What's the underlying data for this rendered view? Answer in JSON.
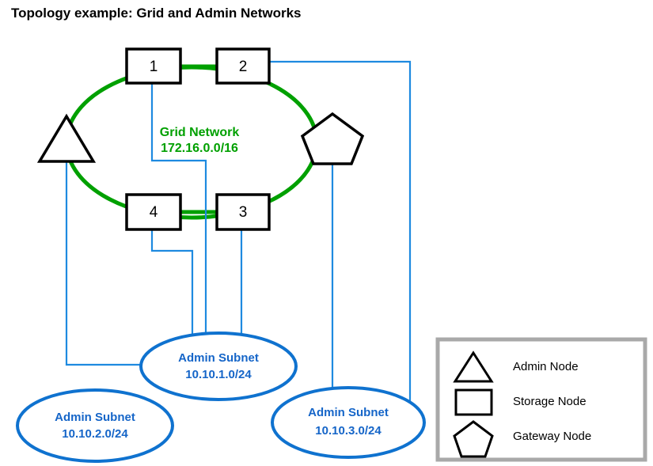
{
  "title": "Topology example: Grid and Admin Networks",
  "grid_network": {
    "name": "Grid Network",
    "cidr": "172.16.0.0/16",
    "color": "#00a000"
  },
  "nodes": [
    {
      "id": "node-1",
      "label": "1",
      "type": "storage-node"
    },
    {
      "id": "node-2",
      "label": "2",
      "type": "storage-node"
    },
    {
      "id": "node-3",
      "label": "3",
      "type": "storage-node"
    },
    {
      "id": "node-4",
      "label": "4",
      "type": "storage-node"
    },
    {
      "id": "admin-node",
      "label": "",
      "type": "admin-node"
    },
    {
      "id": "gateway-node",
      "label": "",
      "type": "gateway-node"
    }
  ],
  "subnets": [
    {
      "id": "admin-subnet-1",
      "name": "Admin Subnet",
      "cidr": "10.10.1.0/24",
      "color": "#0f72cf"
    },
    {
      "id": "admin-subnet-2",
      "name": "Admin Subnet",
      "cidr": "10.10.2.0/24",
      "color": "#0f72cf"
    },
    {
      "id": "admin-subnet-3",
      "name": "Admin Subnet",
      "cidr": "10.10.3.0/24",
      "color": "#0f72cf"
    }
  ],
  "legend": {
    "items": [
      {
        "shape": "triangle",
        "label": "Admin Node"
      },
      {
        "shape": "rectangle",
        "label": "Storage Node"
      },
      {
        "shape": "pentagon",
        "label": "Gateway Node"
      }
    ]
  },
  "colors": {
    "grid_green": "#00a000",
    "admin_blue": "#0f72cf",
    "link_blue": "#1e8ae0",
    "node_outline": "#000000",
    "legend_border": "#a9a9a9",
    "background": "#ffffff"
  }
}
